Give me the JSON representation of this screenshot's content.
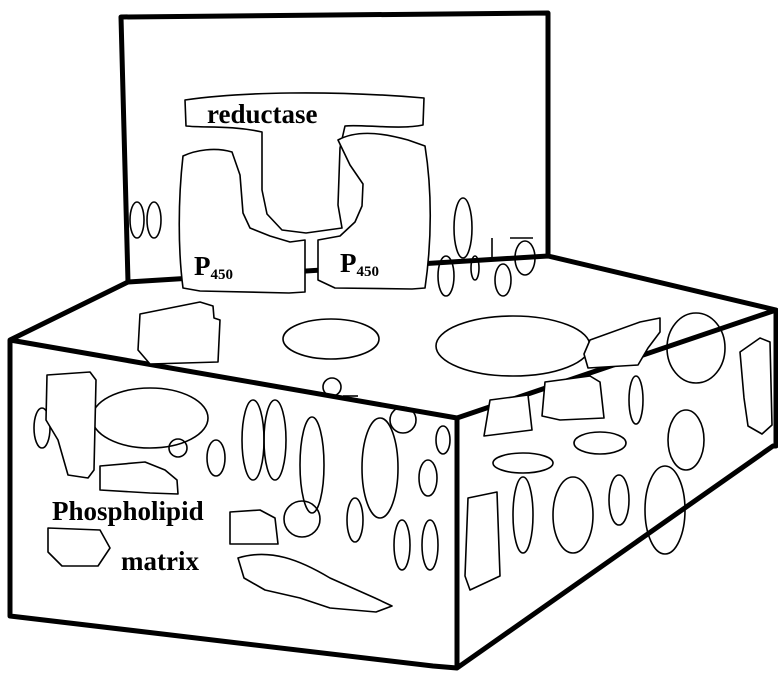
{
  "labels": {
    "reductase": "reductase",
    "p450_left_main": "P",
    "p450_left_sub": "450",
    "p450_right_main": "P",
    "p450_right_sub": "450",
    "phospholipid": "Phospholipid",
    "matrix": "matrix"
  }
}
